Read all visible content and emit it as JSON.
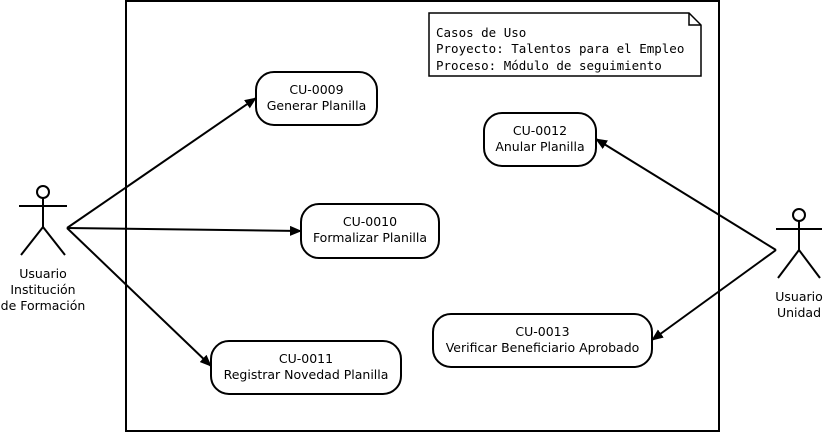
{
  "note": {
    "line1": "Casos de Uso",
    "line2": "Proyecto: Talentos para el Empleo",
    "line3": "Proceso: Módulo de seguimiento"
  },
  "actors": {
    "left": {
      "line1": "Usuario",
      "line2": "Institución",
      "line3": "de Formación"
    },
    "right": {
      "line1": "Usuario",
      "line2": "Unidad"
    }
  },
  "use_cases": {
    "cu0009": {
      "id": "CU-0009",
      "name": "Generar Planilla"
    },
    "cu0010": {
      "id": "CU-0010",
      "name": "Formalizar Planilla"
    },
    "cu0011": {
      "id": "CU-0011",
      "name": "Registrar Novedad Planilla"
    },
    "cu0012": {
      "id": "CU-0012",
      "name": "Anular Planilla"
    },
    "cu0013": {
      "id": "CU-0013",
      "name": "Verificar Beneficiario Aprobado"
    }
  },
  "colors": {
    "stroke": "#000000",
    "background": "#ffffff"
  }
}
